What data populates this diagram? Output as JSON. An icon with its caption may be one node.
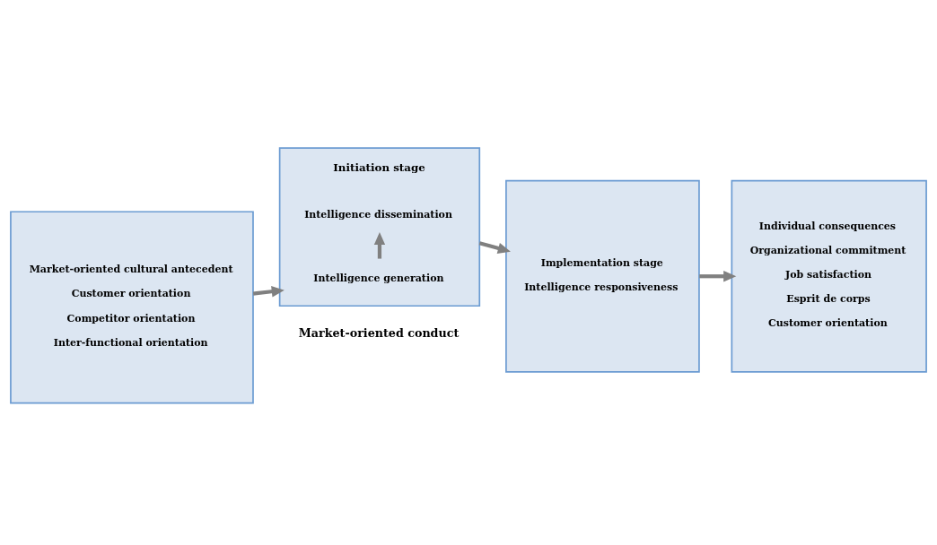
{
  "diagram": {
    "nodes": [
      {
        "text": [
          "Market-oriented cultural antecedent",
          "Customer orientation",
          "Competitor orientation",
          "Inter-functional orientation"
        ]
      },
      {
        "text": [
          "Initiation stage"
        ]
      },
      {
        "text": [
          "Intelligence generation"
        ],
        "in": 1
      },
      {
        "text": [
          "Intelligence dissemination"
        ],
        "in": 1
      },
      {
        "text": [
          "Implementation stage",
          "Intelligence responsiveness"
        ]
      },
      {
        "text": [
          "Individual consequences",
          "Organizational commitment",
          "Job satisfaction",
          "Esprit de corps",
          "Customer orientation"
        ]
      }
    ],
    "edges": [
      {
        "from": 0,
        "to": 1,
        "arrow": "to"
      },
      {
        "from": 2,
        "to": 3,
        "arrow": "to"
      },
      {
        "from": 1,
        "to": 4,
        "arrow": "to"
      },
      {
        "from": 4,
        "to": 5,
        "arrow": "to"
      }
    ],
    "labels": [
      "Market-oriented conduct"
    ]
  }
}
